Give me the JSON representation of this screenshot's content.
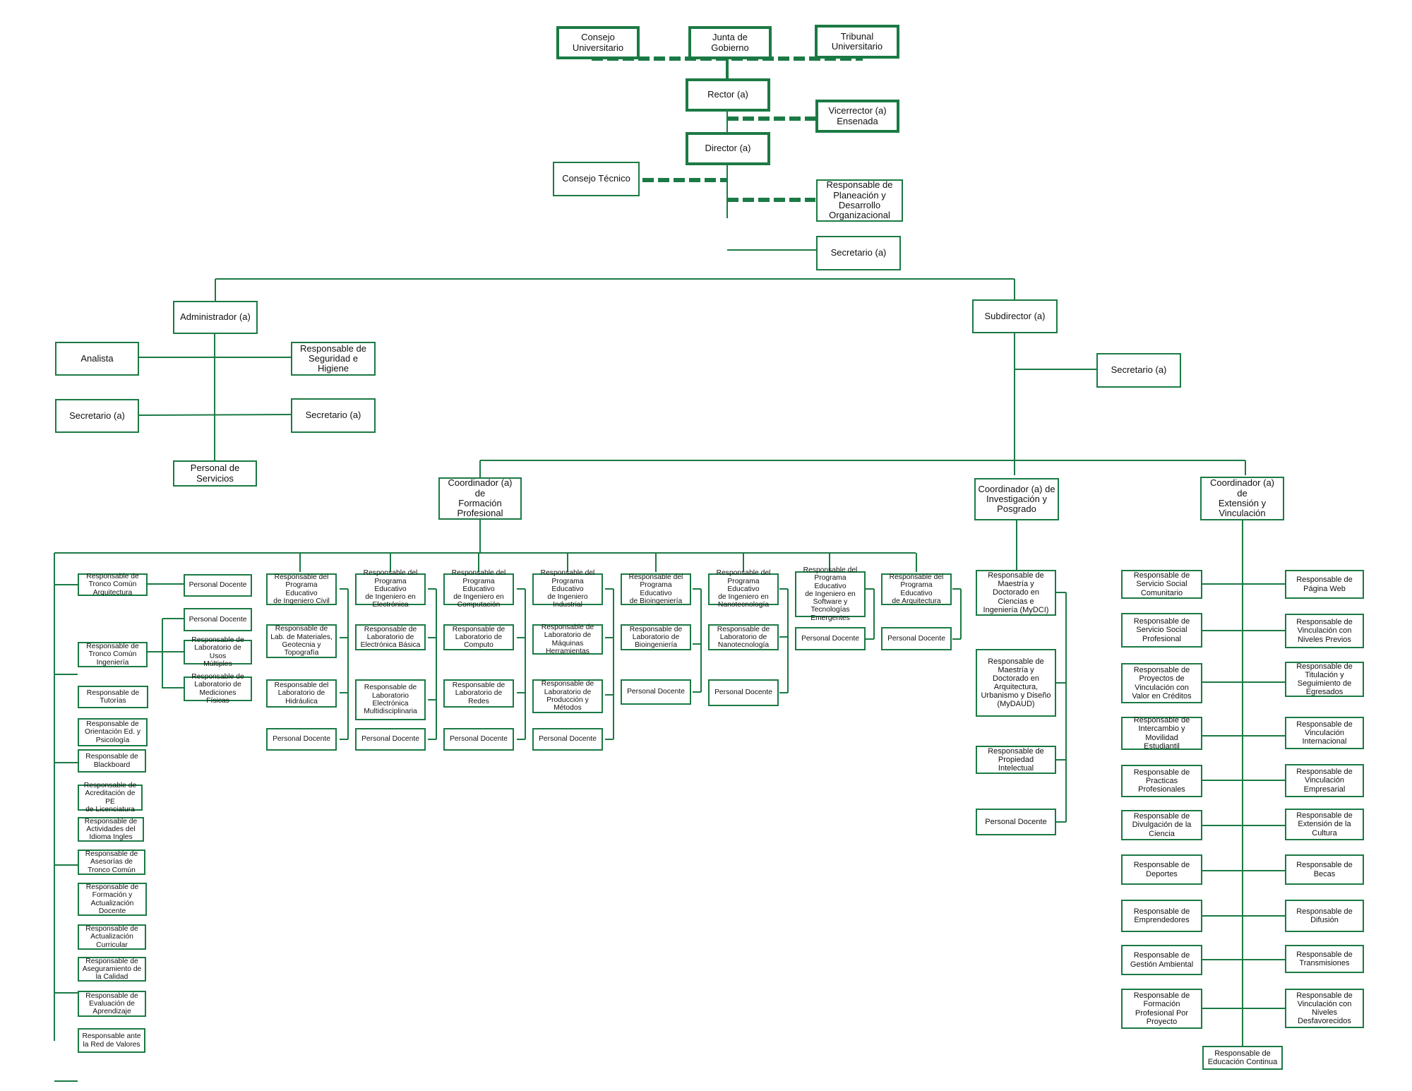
{
  "top": {
    "consejo_universitario": "Consejo\nUniversitario",
    "junta_gobierno": "Junta de\nGobierno",
    "tribunal_universitario": "Tribunal\nUniversitario",
    "rector": "Rector (a)",
    "vicerrector": "Vicerrector (a)\nEnsenada",
    "director": "Director (a)",
    "consejo_tecnico": "Consejo Técnico",
    "planeacion": "Responsable de\nPlaneación y\nDesarrollo\nOrganizacional",
    "secretario_direccion": "Secretario (a)"
  },
  "administracion": {
    "administrador": "Administrador (a)",
    "analista": "Analista",
    "seguridad": "Responsable de\nSeguridad e\nHigiene",
    "secretario_izq": "Secretario (a)",
    "secretario_der": "Secretario (a)",
    "personal_servicios": "Personal de\nServicios"
  },
  "subdireccion": {
    "subdirector": "Subdirector (a)",
    "secretario": "Secretario (a)",
    "coord_formacion": "Coordinador (a) de\nFormación\nProfesional",
    "coord_investigacion": "Coordinador (a) de\nInvestigación y\nPosgrado",
    "coord_extension": "Coordinador (a) de\nExtensión y\nVinculación"
  },
  "formacion": {
    "tronco_arq": "Responsable de\nTronco Común\nArquitectura",
    "tronco_ing": "Responsable de\nTronco Común\nIngeniería",
    "tutorias": "Responsable de\nTutorías",
    "orientacion": "Responsable de\nOrientación Ed. y\nPsicología",
    "blackboard": "Responsable de\nBlackboard",
    "acreditacion": "Responsable de\nAcreditación de PE\nde Licenciatura",
    "idioma": "Responsable de\nActividades del\nIdioma Ingles",
    "asesorias": "Responsable de\nAsesorías de\nTronco Común",
    "formacion_docente": "Responsable de\nFormación y\nActualización\nDocente",
    "curricular": "Responsable de\nActualización\nCurricular",
    "calidad": "Responsable de\nAseguramiento de\nla Calidad",
    "evaluacion": "Responsable de\nEvaluación de\nAprendizaje",
    "red_valores": "Responsable ante\nla Red de Valores",
    "pd_arq": "Personal Docente",
    "pd_ing": "Personal Docente",
    "lab_usos": "Responsable de\nLaboratorio de Usos\nMúltiples",
    "lab_mediciones": "Responsable de\nLaboratorio de\nMediciones Físicas"
  },
  "programas": [
    {
      "head": "Responsable del\nPrograma Educativo\nde Ingeniero Civil",
      "items": [
        "Responsable de\nLab. de Materiales,\nGeotecnia y\nTopografía",
        "Responsable del\nLaboratorio de\nHidráulica",
        "Personal Docente"
      ]
    },
    {
      "head": "Responsable del\nPrograma Educativo\nde Ingeniero en\nElectrónica",
      "items": [
        "Responsable de\nLaboratorio de\nElectrónica Básica",
        "Responsable de\nLaboratorio\nElectrónica\nMultidisciplinaria",
        "Personal Docente"
      ]
    },
    {
      "head": "Responsable del\nPrograma Educativo\nde Ingeniero en\nComputación",
      "items": [
        "Responsable de\nLaboratorio de\nComputo",
        "Responsable de\nLaboratorio de\nRedes",
        "Personal Docente"
      ]
    },
    {
      "head": "Responsable del\nPrograma Educativo\nde Ingeniero\nIndustrial",
      "items": [
        "Responsable de\nLaboratorio de\nMáquinas\nHerramientas",
        "Responsable de\nLaboratorio de\nProducción y\nMétodos",
        "Personal Docente"
      ]
    },
    {
      "head": "Responsable del\nPrograma Educativo\nde Bioingeniería",
      "items": [
        "Responsable de\nLaboratorio de\nBioingeniería",
        "Personal Docente"
      ]
    },
    {
      "head": "Responsable del\nPrograma Educativo\nde Ingeniero en\nNanotecnología",
      "items": [
        "Responsable de\nLaboratorio de\nNanotecnología",
        "Personal Docente"
      ]
    },
    {
      "head": "Responsable del\nPrograma Educativo\nde Ingeniero en\nSoftware y\nTecnologías\nEmergentes",
      "items": [
        "Personal Docente"
      ]
    },
    {
      "head": "Responsable del\nPrograma Educativo\nde Arquitectura",
      "items": [
        "Personal Docente"
      ]
    }
  ],
  "investigacion": {
    "mydci": "Responsable de\nMaestría y\nDoctorado en\nCiencias e\nIngeniería (MyDCI)",
    "mydaud": "Responsable de\nMaestría y\nDoctorado en\nArquitectura,\nUrbanismo y Diseño\n(MyDAUD)",
    "propiedad": "Responsable de\nPropiedad\nIntelectual",
    "personal_docente": "Personal Docente"
  },
  "extension": {
    "left": [
      "Responsable de\nServicio Social\nComunitario",
      "Responsable de\nServicio Social\nProfesional",
      "Responsable de\nProyectos de\nVinculación con\nValor en Créditos",
      "Responsable de\nIntercambio y\nMovilidad\nEstudiantil",
      "Responsable de\nPracticas\nProfesionales",
      "Responsable de\nDivulgación de la\nCiencia",
      "Responsable de\nDeportes",
      "Responsable de\nEmprendedores",
      "Responsable de\nGestión Ambiental",
      "Responsable de\nFormación\nProfesional Por\nProyecto"
    ],
    "right": [
      "Responsable de\nPágina Web",
      "Responsable de\nVinculación con\nNiveles Previos",
      "Responsable de\nTitulación y\nSeguimiento de\nEgresados",
      "Responsable de\nVinculación\nInternacional",
      "Responsable de\nVinculación\nEmpresarial",
      "Responsable de\nExtensión de la\nCultura",
      "Responsable de\nBecas",
      "Responsable de\nDifusión",
      "Responsable de\nTransmisiones",
      "Responsable de\nVinculación con\nNiveles\nDesfavorecidos"
    ],
    "educacion_continua": "Responsable de\nEducación Continua"
  },
  "colors": {
    "line": "#1b7a44",
    "box_border": "#1b7a44",
    "text": "#111111"
  }
}
